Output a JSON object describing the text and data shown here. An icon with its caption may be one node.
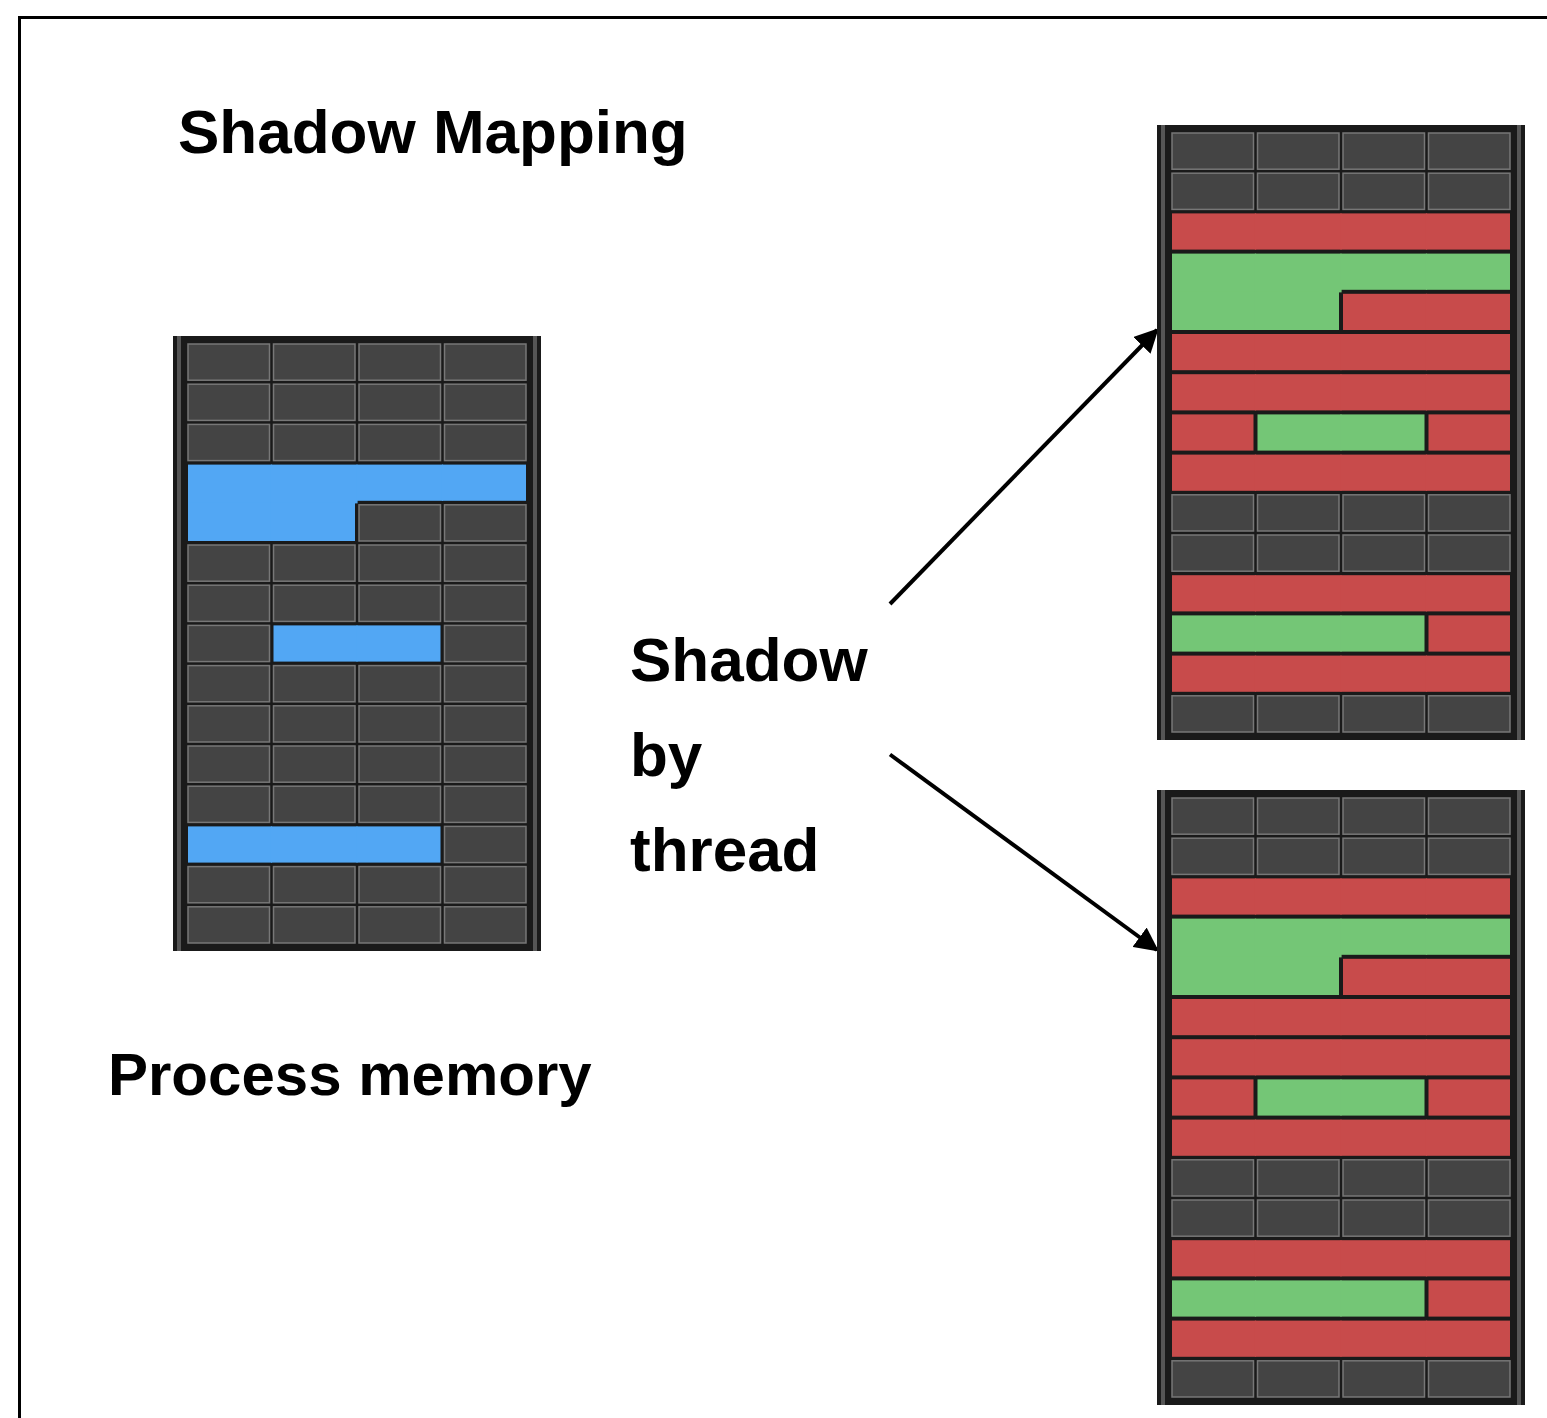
{
  "diagram": {
    "title": "Shadow Mapping",
    "nodes": [
      {
        "text": [],
        "shape": "picture",
        "beside": [
          "Process memory"
        ]
      },
      {
        "text": [
          "Shadow by thread"
        ]
      },
      {
        "text": [],
        "shape": "picture"
      },
      {
        "text": [],
        "shape": "picture"
      }
    ],
    "edges": [
      {
        "from": 1,
        "to": 2,
        "arrow": "to"
      },
      {
        "from": 1,
        "to": 3,
        "arrow": "to"
      }
    ]
  }
}
